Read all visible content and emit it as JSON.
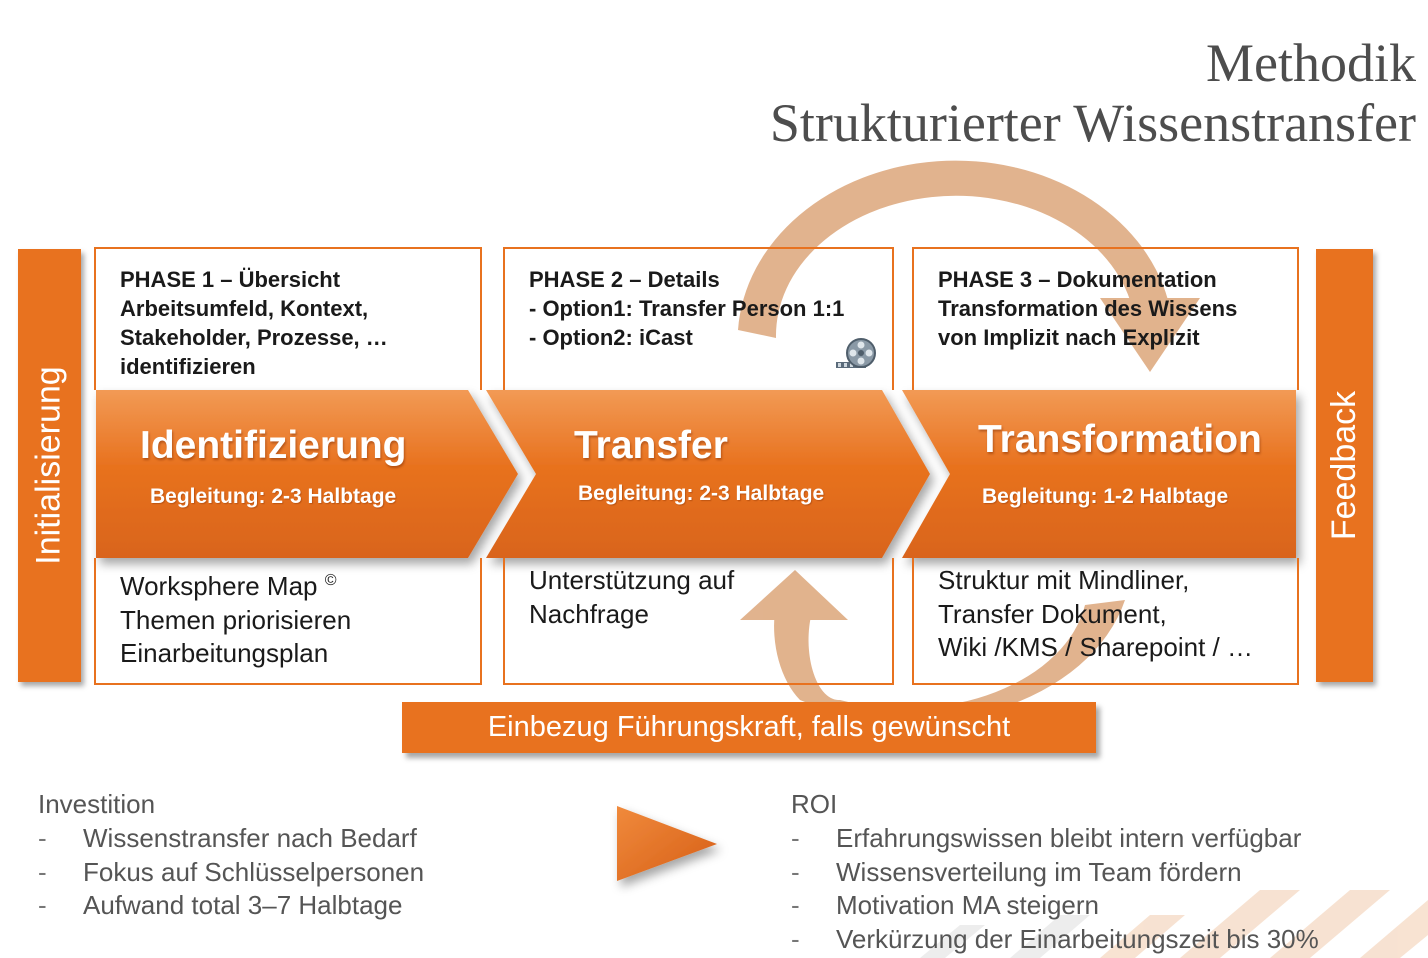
{
  "title": {
    "line1": "Methodik",
    "line2": "Strukturierter Wissenstransfer"
  },
  "side_bars": {
    "left": "Initialisierung",
    "right": "Feedback"
  },
  "phases": [
    {
      "head": [
        "PHASE 1 – Übersicht",
        "Arbeitsumfeld, Kontext,",
        "Stakeholder, Prozesse, …",
        "identifizieren"
      ],
      "step_title": "Identifizierung",
      "step_sub": "Begleitung: 2-3 Halbtage",
      "body": [
        "Worksphere Map",
        "Themen priorisieren",
        "Einarbeitungsplan"
      ],
      "body_mark": "©"
    },
    {
      "head": [
        "PHASE 2 – Details",
        "- Option1: Transfer Person 1:1",
        "- Option2: iCast"
      ],
      "step_title": "Transfer",
      "step_sub": "Begleitung: 2-3 Halbtage",
      "body": [
        "Unterstützung auf",
        "Nachfrage"
      ],
      "icon": "film-reel-icon"
    },
    {
      "head": [
        "PHASE 3 – Dokumentation",
        "Transformation des Wissens",
        "von Implizit nach Explizit"
      ],
      "step_title": "Transformation",
      "step_sub": "Begleitung: 1-2 Halbtage",
      "body": [
        "Struktur mit Mindliner,",
        "Transfer Dokument,",
        "Wiki /KMS / Sharepoint / …"
      ]
    }
  ],
  "leadership_bar": "Einbezug Führungskraft, falls gewünscht",
  "investment": {
    "heading": "Investition",
    "items": [
      "Wissenstransfer nach Bedarf",
      "Fokus auf Schlüsselpersonen",
      "Aufwand total 3–7 Halbtage"
    ]
  },
  "roi": {
    "heading": "ROI",
    "items": [
      "Erfahrungswissen bleibt intern verfügbar",
      "Wissensverteilung im Team fördern",
      "Motivation MA steigern",
      "Verkürzung der Einarbeitungszeit bis 30%"
    ]
  },
  "colors": {
    "accent": "#e8721f",
    "circle_arrow": "#dca67a",
    "text": "#1a1a1a",
    "muted_text": "#555555"
  }
}
